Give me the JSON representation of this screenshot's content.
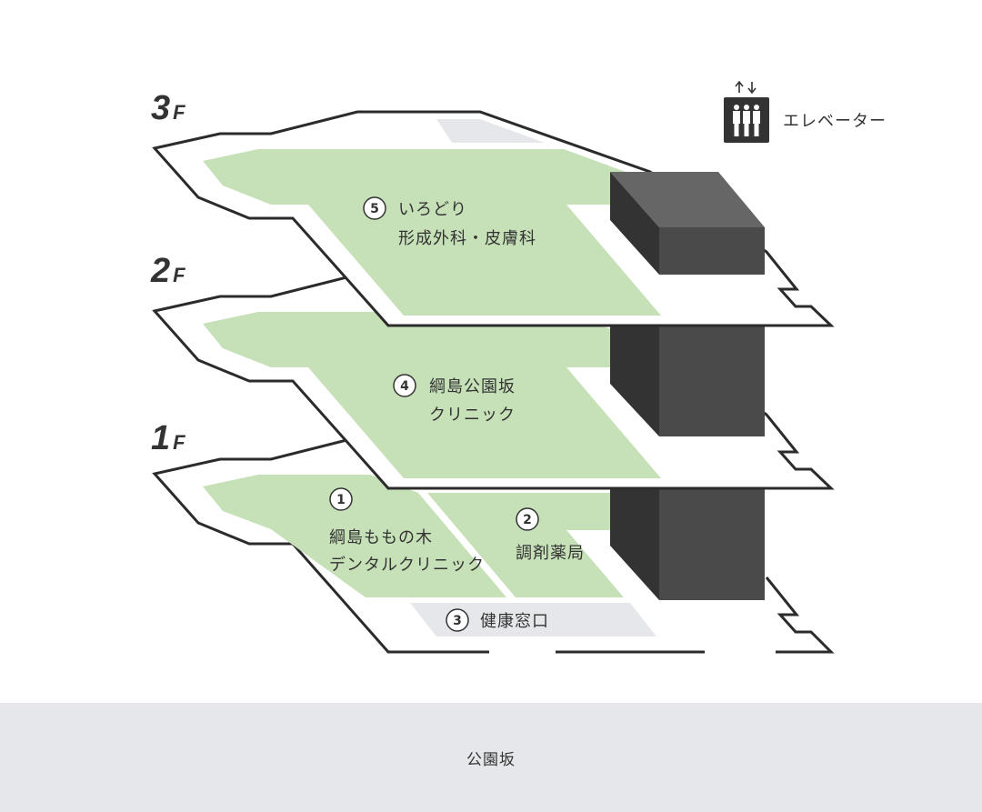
{
  "floors": [
    {
      "num": "3",
      "unit": "F"
    },
    {
      "num": "2",
      "unit": "F"
    },
    {
      "num": "1",
      "unit": "F"
    }
  ],
  "facilities": [
    {
      "no": "1",
      "line1": "綱島ももの木",
      "line2": "デンタルクリニック"
    },
    {
      "no": "2",
      "line1": "調剤薬局"
    },
    {
      "no": "3",
      "line1": "健康窓口"
    },
    {
      "no": "4",
      "line1": "綱島公園坂",
      "line2": "クリニック"
    },
    {
      "no": "5",
      "line1": "いろどり",
      "line2": "形成外科・皮膚科"
    }
  ],
  "legend": {
    "elevator_label": "エレベーター",
    "icon": "elevator-icon"
  },
  "street": {
    "label": "公園坂"
  },
  "colors": {
    "tenant": "#c6e0b7",
    "common": "#e6e7ea",
    "elevator_top": "#666666",
    "elevator_front": "#4a4a4a",
    "elevator_side": "#333333"
  }
}
